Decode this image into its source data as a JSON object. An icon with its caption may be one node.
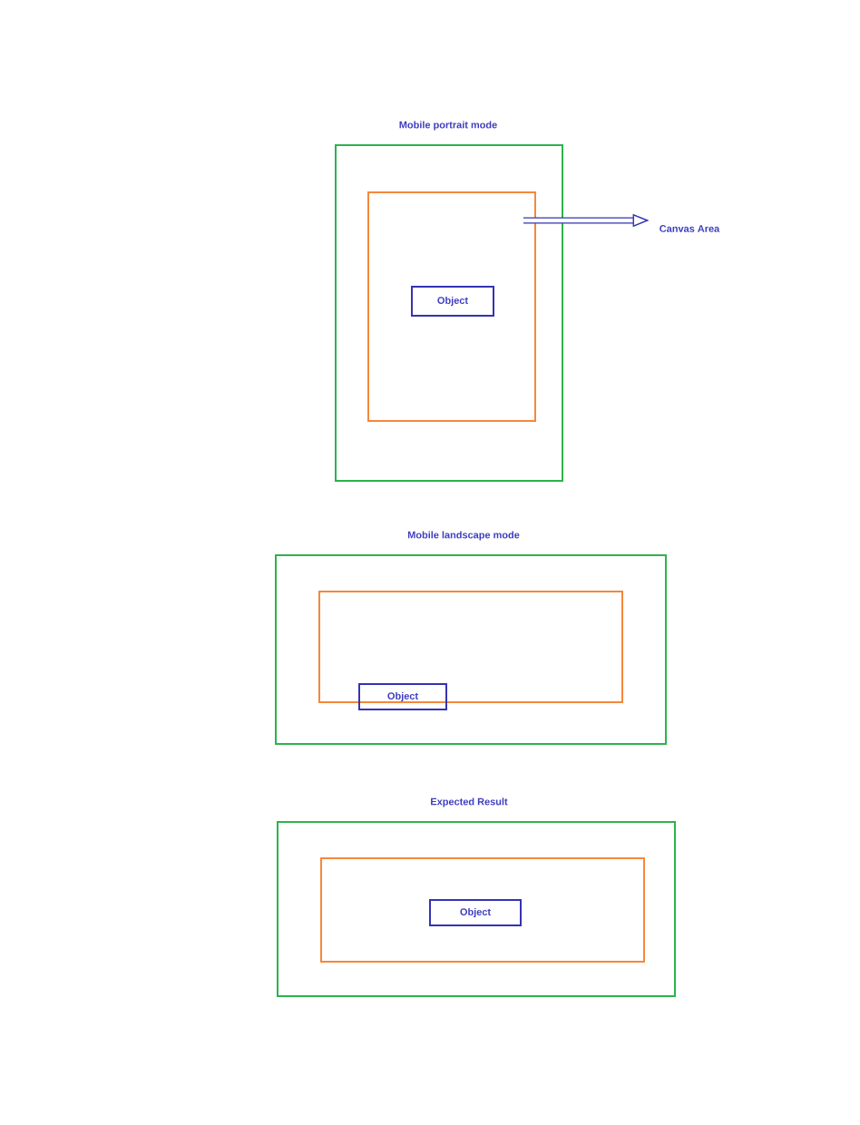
{
  "diagram": {
    "nodes": [
      {
        "text": [
          "Mobile portrait mode"
        ]
      },
      {
        "text": [],
        "shape": "box",
        "in": 0
      },
      {
        "text": [
          "Object"
        ],
        "in": 1
      },
      {
        "text": [
          "Mobile landscape mode"
        ]
      },
      {
        "text": [],
        "shape": "box",
        "in": 3
      },
      {
        "text": [
          "Object"
        ],
        "in": 3
      },
      {
        "text": [
          "Expected Result"
        ]
      },
      {
        "text": [],
        "shape": "box",
        "in": 6
      },
      {
        "text": [
          "Object"
        ],
        "in": 7
      },
      {
        "text": [
          "Canvas Area"
        ]
      }
    ],
    "edges": [
      {
        "from": 1,
        "to": 9,
        "arrow": "to"
      }
    ]
  }
}
